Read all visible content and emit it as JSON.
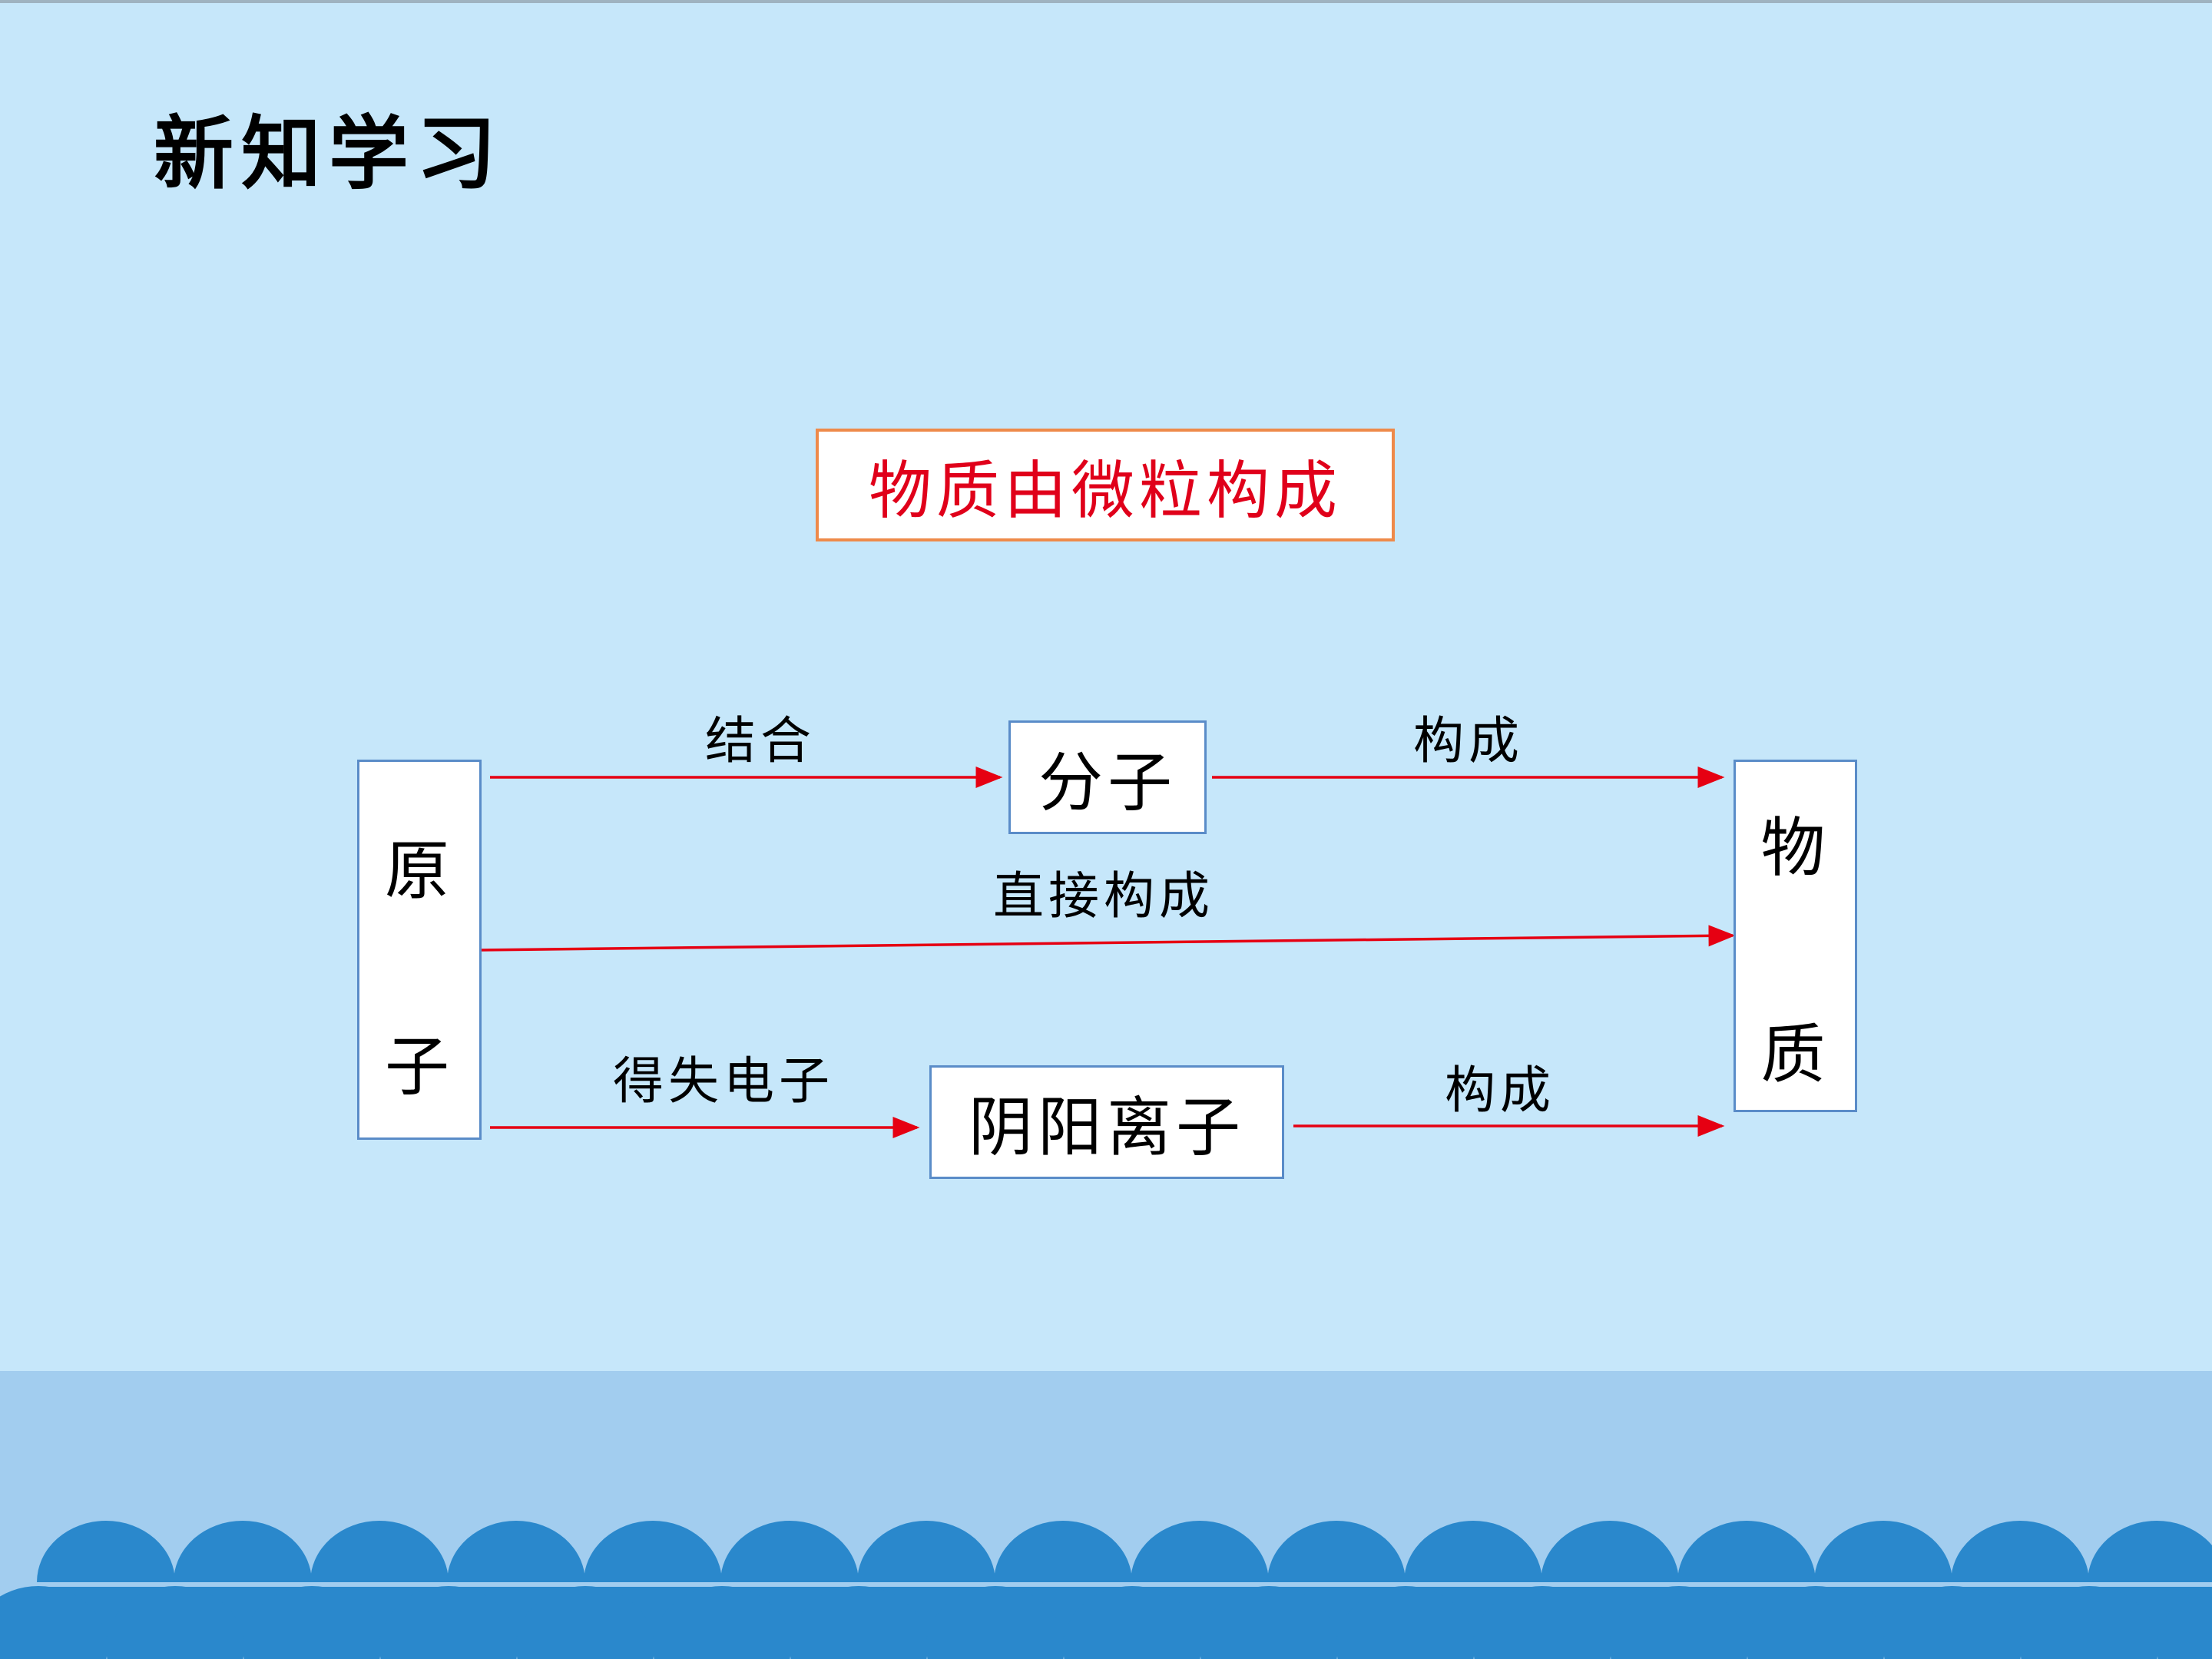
{
  "slide": {
    "title": "新知学习"
  },
  "diagram": {
    "main_concept": "物质由微粒构成",
    "nodes": {
      "atom_top": "原",
      "atom_bottom": "子",
      "molecule": "分子",
      "ion": "阴阳离子",
      "matter_top": "物",
      "matter_bottom": "质"
    },
    "edges": {
      "atom_to_molecule": "结合",
      "molecule_to_matter": "构成",
      "atom_to_matter": "直接构成",
      "atom_to_ion": "得失电子",
      "ion_to_matter": "构成"
    },
    "colors": {
      "arrow": "#e60012",
      "main_text": "#e0001a",
      "main_border": "#ee8a4a",
      "node_border": "#5a8cc8",
      "background": "#c6e7fa",
      "band": "#a2cdef",
      "waves": "#2a88cc"
    }
  }
}
